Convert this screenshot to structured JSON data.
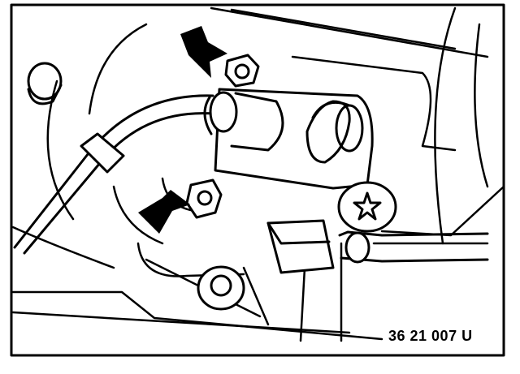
{
  "figure": {
    "caption": "36 21 007 U",
    "colors": {
      "line": "#000000",
      "background": "#ffffff"
    },
    "callouts": [
      {
        "icon": "arrow-icon",
        "points_to": "upper-nut"
      },
      {
        "icon": "arrow-icon",
        "points_to": "lower-nut"
      }
    ]
  }
}
